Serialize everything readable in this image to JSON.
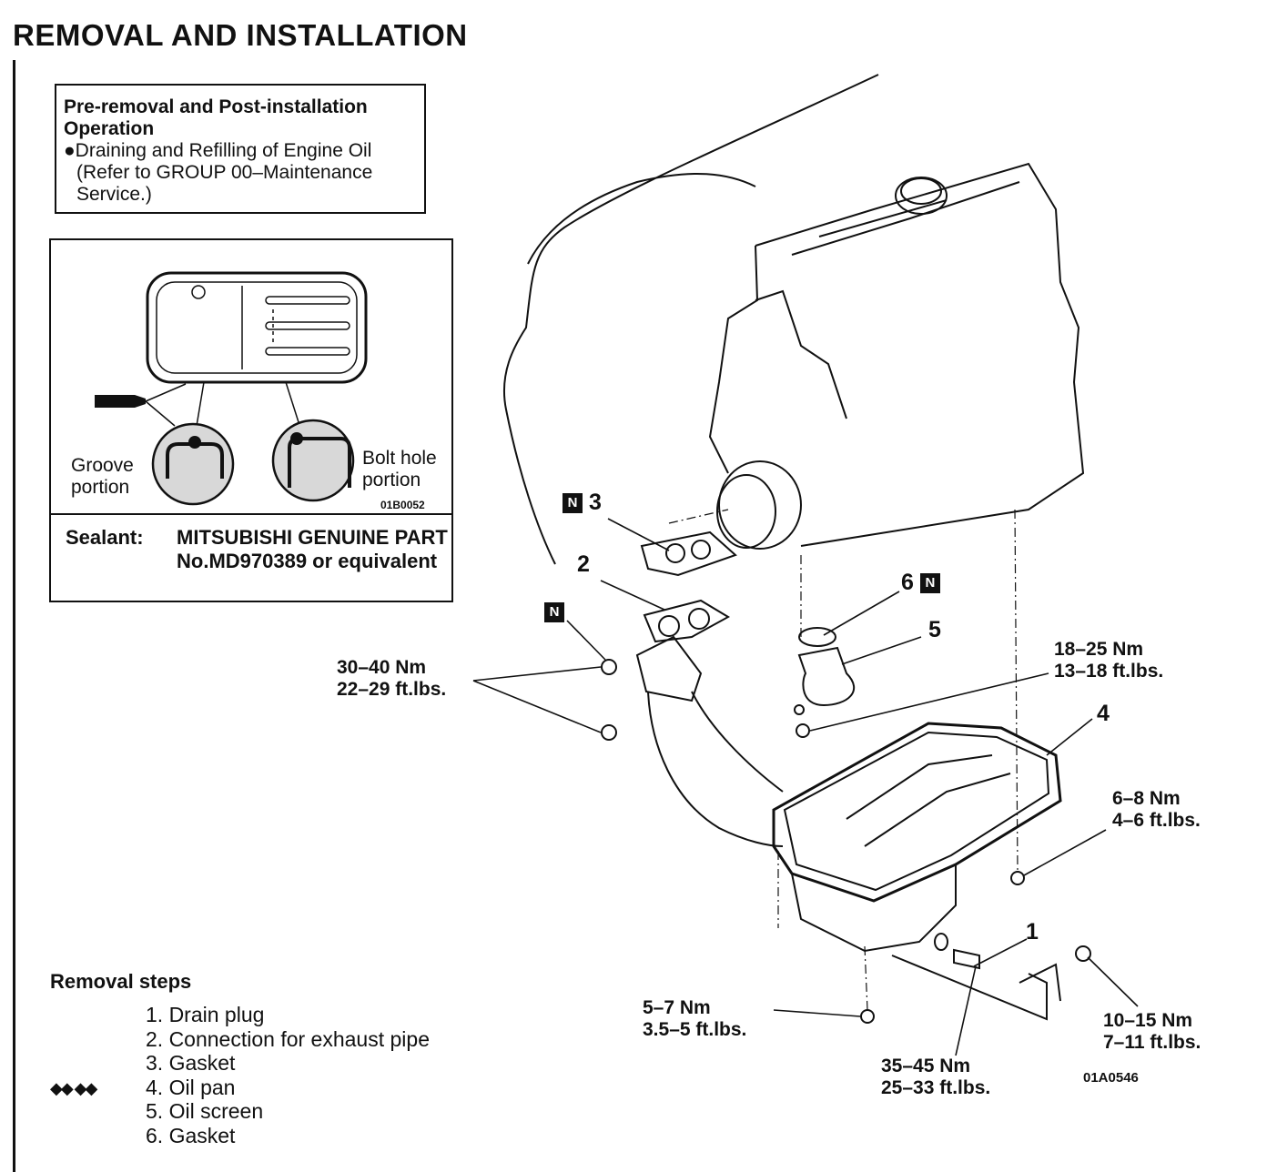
{
  "header": {
    "title": "REMOVAL AND INSTALLATION"
  },
  "pre_op": {
    "heading_line1": "Pre-removal and Post-installation",
    "heading_line2": "Operation",
    "item": "●Draining and Refilling of Engine Oil",
    "ref_line1": "(Refer to GROUP 00–Maintenance",
    "ref_line2": "Service.)"
  },
  "sealant_box": {
    "groove_line1": "Groove",
    "groove_line2": "portion",
    "bolt_line1": "Bolt hole",
    "bolt_line2": "portion",
    "figure_code": "01B0052",
    "sealant_label": "Sealant:",
    "sealant_value": "MITSUBISHI GENUINE PART No.MD970389 or equivalent"
  },
  "callouts": {
    "n3": "3",
    "n2": "2",
    "n6": "6",
    "n5": "5",
    "n4": "4",
    "n1": "1",
    "new_part_mark": "N"
  },
  "torques": {
    "t_30_40": {
      "nm": "30–40 Nm",
      "ft": "22–29 ft.lbs."
    },
    "t_18_25": {
      "nm": "18–25 Nm",
      "ft": "13–18 ft.lbs."
    },
    "t_6_8": {
      "nm": "6–8 Nm",
      "ft": "4–6 ft.lbs."
    },
    "t_5_7": {
      "nm": "5–7 Nm",
      "ft": "3.5–5 ft.lbs."
    },
    "t_10_15": {
      "nm": "10–15 Nm",
      "ft": "7–11 ft.lbs."
    },
    "t_35_45": {
      "nm": "35–45 Nm",
      "ft": "25–33 ft.lbs."
    }
  },
  "figure_code": "01A0546",
  "removal": {
    "heading": "Removal steps",
    "marker": "◆◆ ◆◆",
    "steps": [
      "1. Drain plug",
      "2. Connection for exhaust pipe",
      "3. Gasket",
      "4. Oil pan",
      "5. Oil screen",
      "6. Gasket"
    ]
  }
}
